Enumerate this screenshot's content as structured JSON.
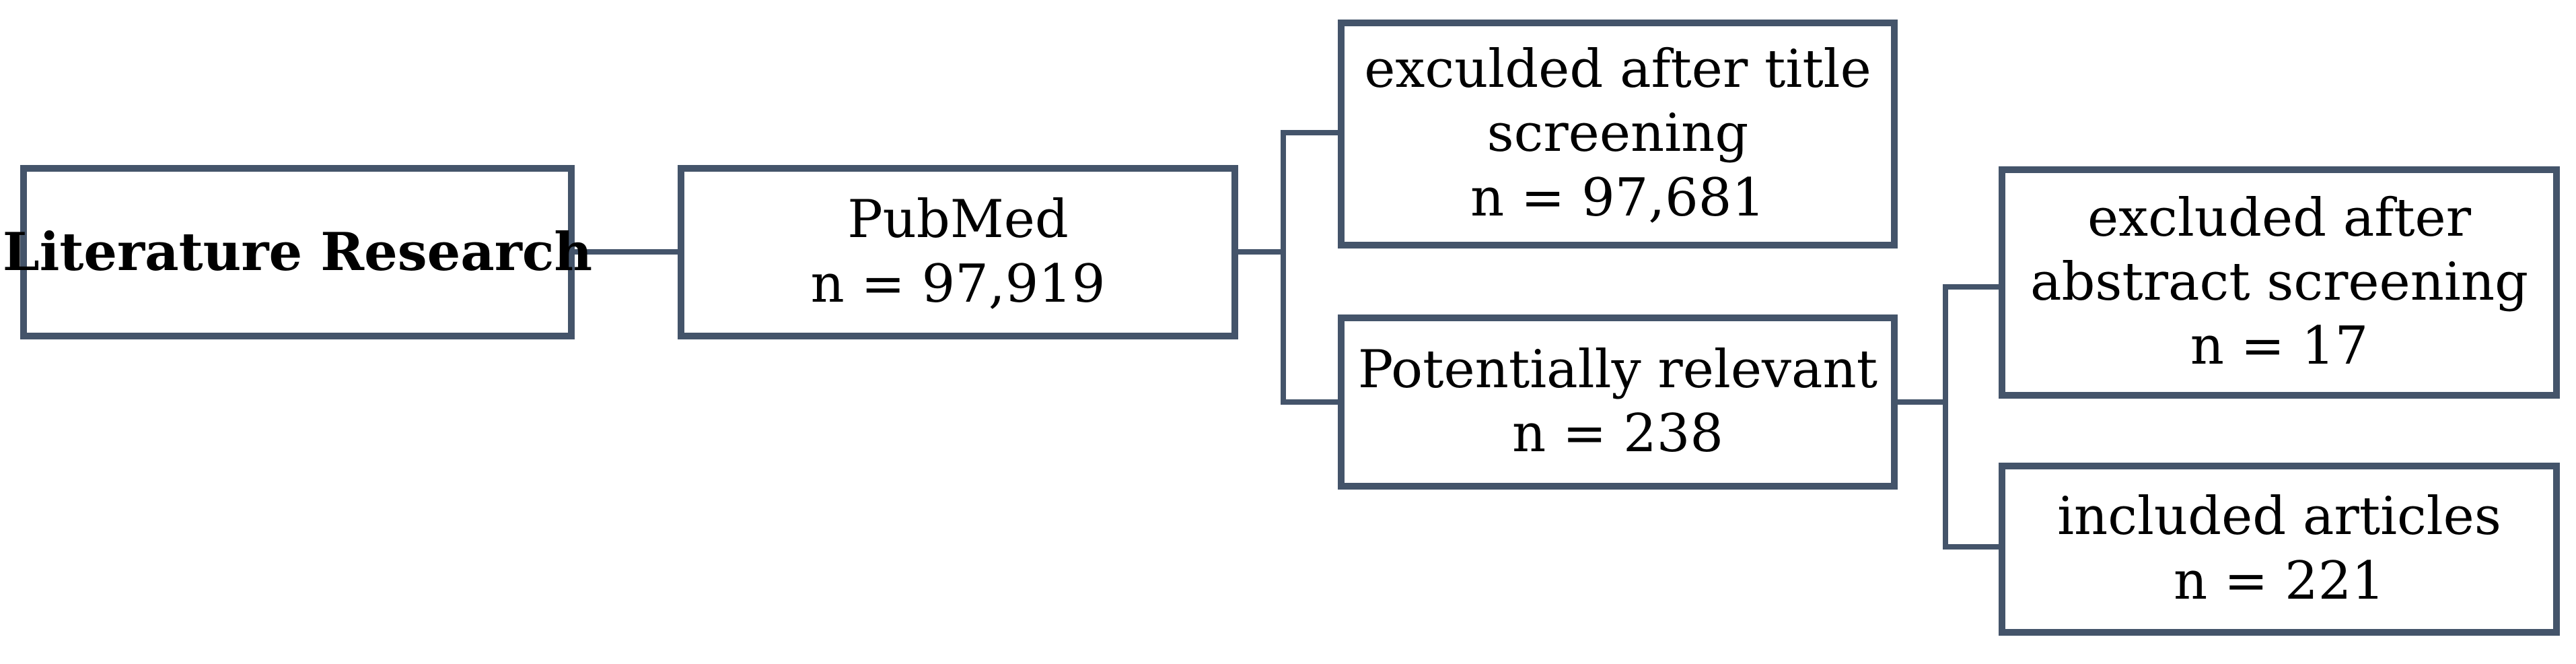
{
  "nodes": {
    "literature_research": {
      "lines": [
        "Literature Research"
      ]
    },
    "pubmed": {
      "lines": [
        "PubMed",
        "n = 97,919"
      ]
    },
    "excluded_title": {
      "lines": [
        "exculded after title",
        "screening",
        "n = 97,681"
      ]
    },
    "potentially_relevant": {
      "lines": [
        "Potentially relevant",
        "n = 238"
      ]
    },
    "excluded_abstract": {
      "lines": [
        "excluded after",
        "abstract screening",
        "n = 17"
      ]
    },
    "included_articles": {
      "lines": [
        "included articles",
        "n = 221"
      ]
    }
  },
  "colors": {
    "box_border": "#44546a",
    "connector": "#44546a",
    "text": "#000000"
  }
}
